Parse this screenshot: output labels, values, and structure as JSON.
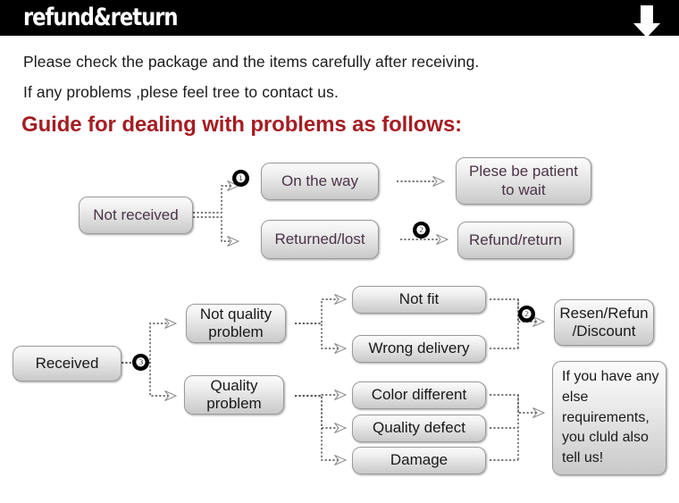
{
  "header": {
    "title": "refund&return",
    "arrow_icon": "down-arrow-icon"
  },
  "intro": {
    "line1": "Please check the package and the items carefully after receiving.",
    "line2": "If any problems ,plese feel tree to contact us."
  },
  "guide_heading": "Guide for dealing with problems as follows:",
  "flow_not_received": {
    "source": "Not received",
    "branches": [
      {
        "label": "On the way",
        "outcome": "Plese be patient to wait",
        "badge": "❶"
      },
      {
        "label": "Returned/lost",
        "outcome": "Refund/return",
        "badge": "❷"
      }
    ]
  },
  "flow_received": {
    "source": "Received",
    "badge": "❸",
    "categories": [
      {
        "label": "Not quality problem",
        "reasons": [
          "Not fit",
          "Wrong delivery"
        ]
      },
      {
        "label": "Quality problem",
        "reasons": [
          "Color different",
          "Quality defect",
          "Damage"
        ]
      }
    ],
    "outcomes": [
      {
        "label": "Resen/Refun /Discount",
        "badge": "❷"
      },
      {
        "label": "If you have any else requirements, you cluld also tell us!"
      }
    ]
  },
  "colors": {
    "header_background": "#000000",
    "header_text": "#ffffff",
    "heading_red": "#a51d23",
    "body_text": "#1b1b1b",
    "node_text_purple": "#4a3347",
    "node_border": "#9a9a9a",
    "badge_background": "#000000",
    "page_background": "#ffffff"
  }
}
